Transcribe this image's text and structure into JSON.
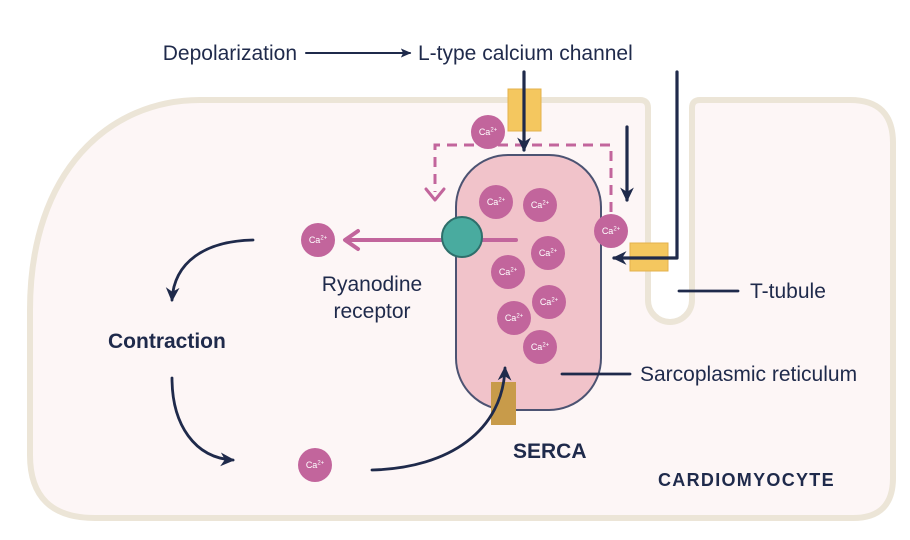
{
  "diagram": {
    "labels": {
      "depolarization": "Depolarization",
      "l_type_channel": "L-type calcium channel",
      "ryanodine_receptor": {
        "line1": "Ryanodine",
        "line2": "receptor"
      },
      "contraction": "Contraction",
      "t_tubule": "T-tubule",
      "sarcoplasmic_reticulum": "Sarcoplasmic reticulum",
      "serca": "SERCA",
      "cell": "CARDIOMYOCYTE"
    },
    "calcium_ion": {
      "symbol": "Ca",
      "charge": "2+"
    }
  },
  "colors": {
    "text": "#1f2a4b",
    "arrow": "#1f2a4b",
    "cell_fill": "#fdf6f6",
    "cell_border": "#ece5d7",
    "sr_fill": "#f1c3ca",
    "sr_border": "#4c5372",
    "calcium_ion": "#c2659c",
    "calcium_flow": "#c2659c",
    "ion_label": "#ffffff",
    "l_type_channel": "#f4c75f",
    "channel_border": "#e3b24c",
    "ryanodine_receptor": "#49ab9f",
    "ryanodine_receptor_border": "#2e6f6b",
    "serca": "#c89b4a"
  }
}
